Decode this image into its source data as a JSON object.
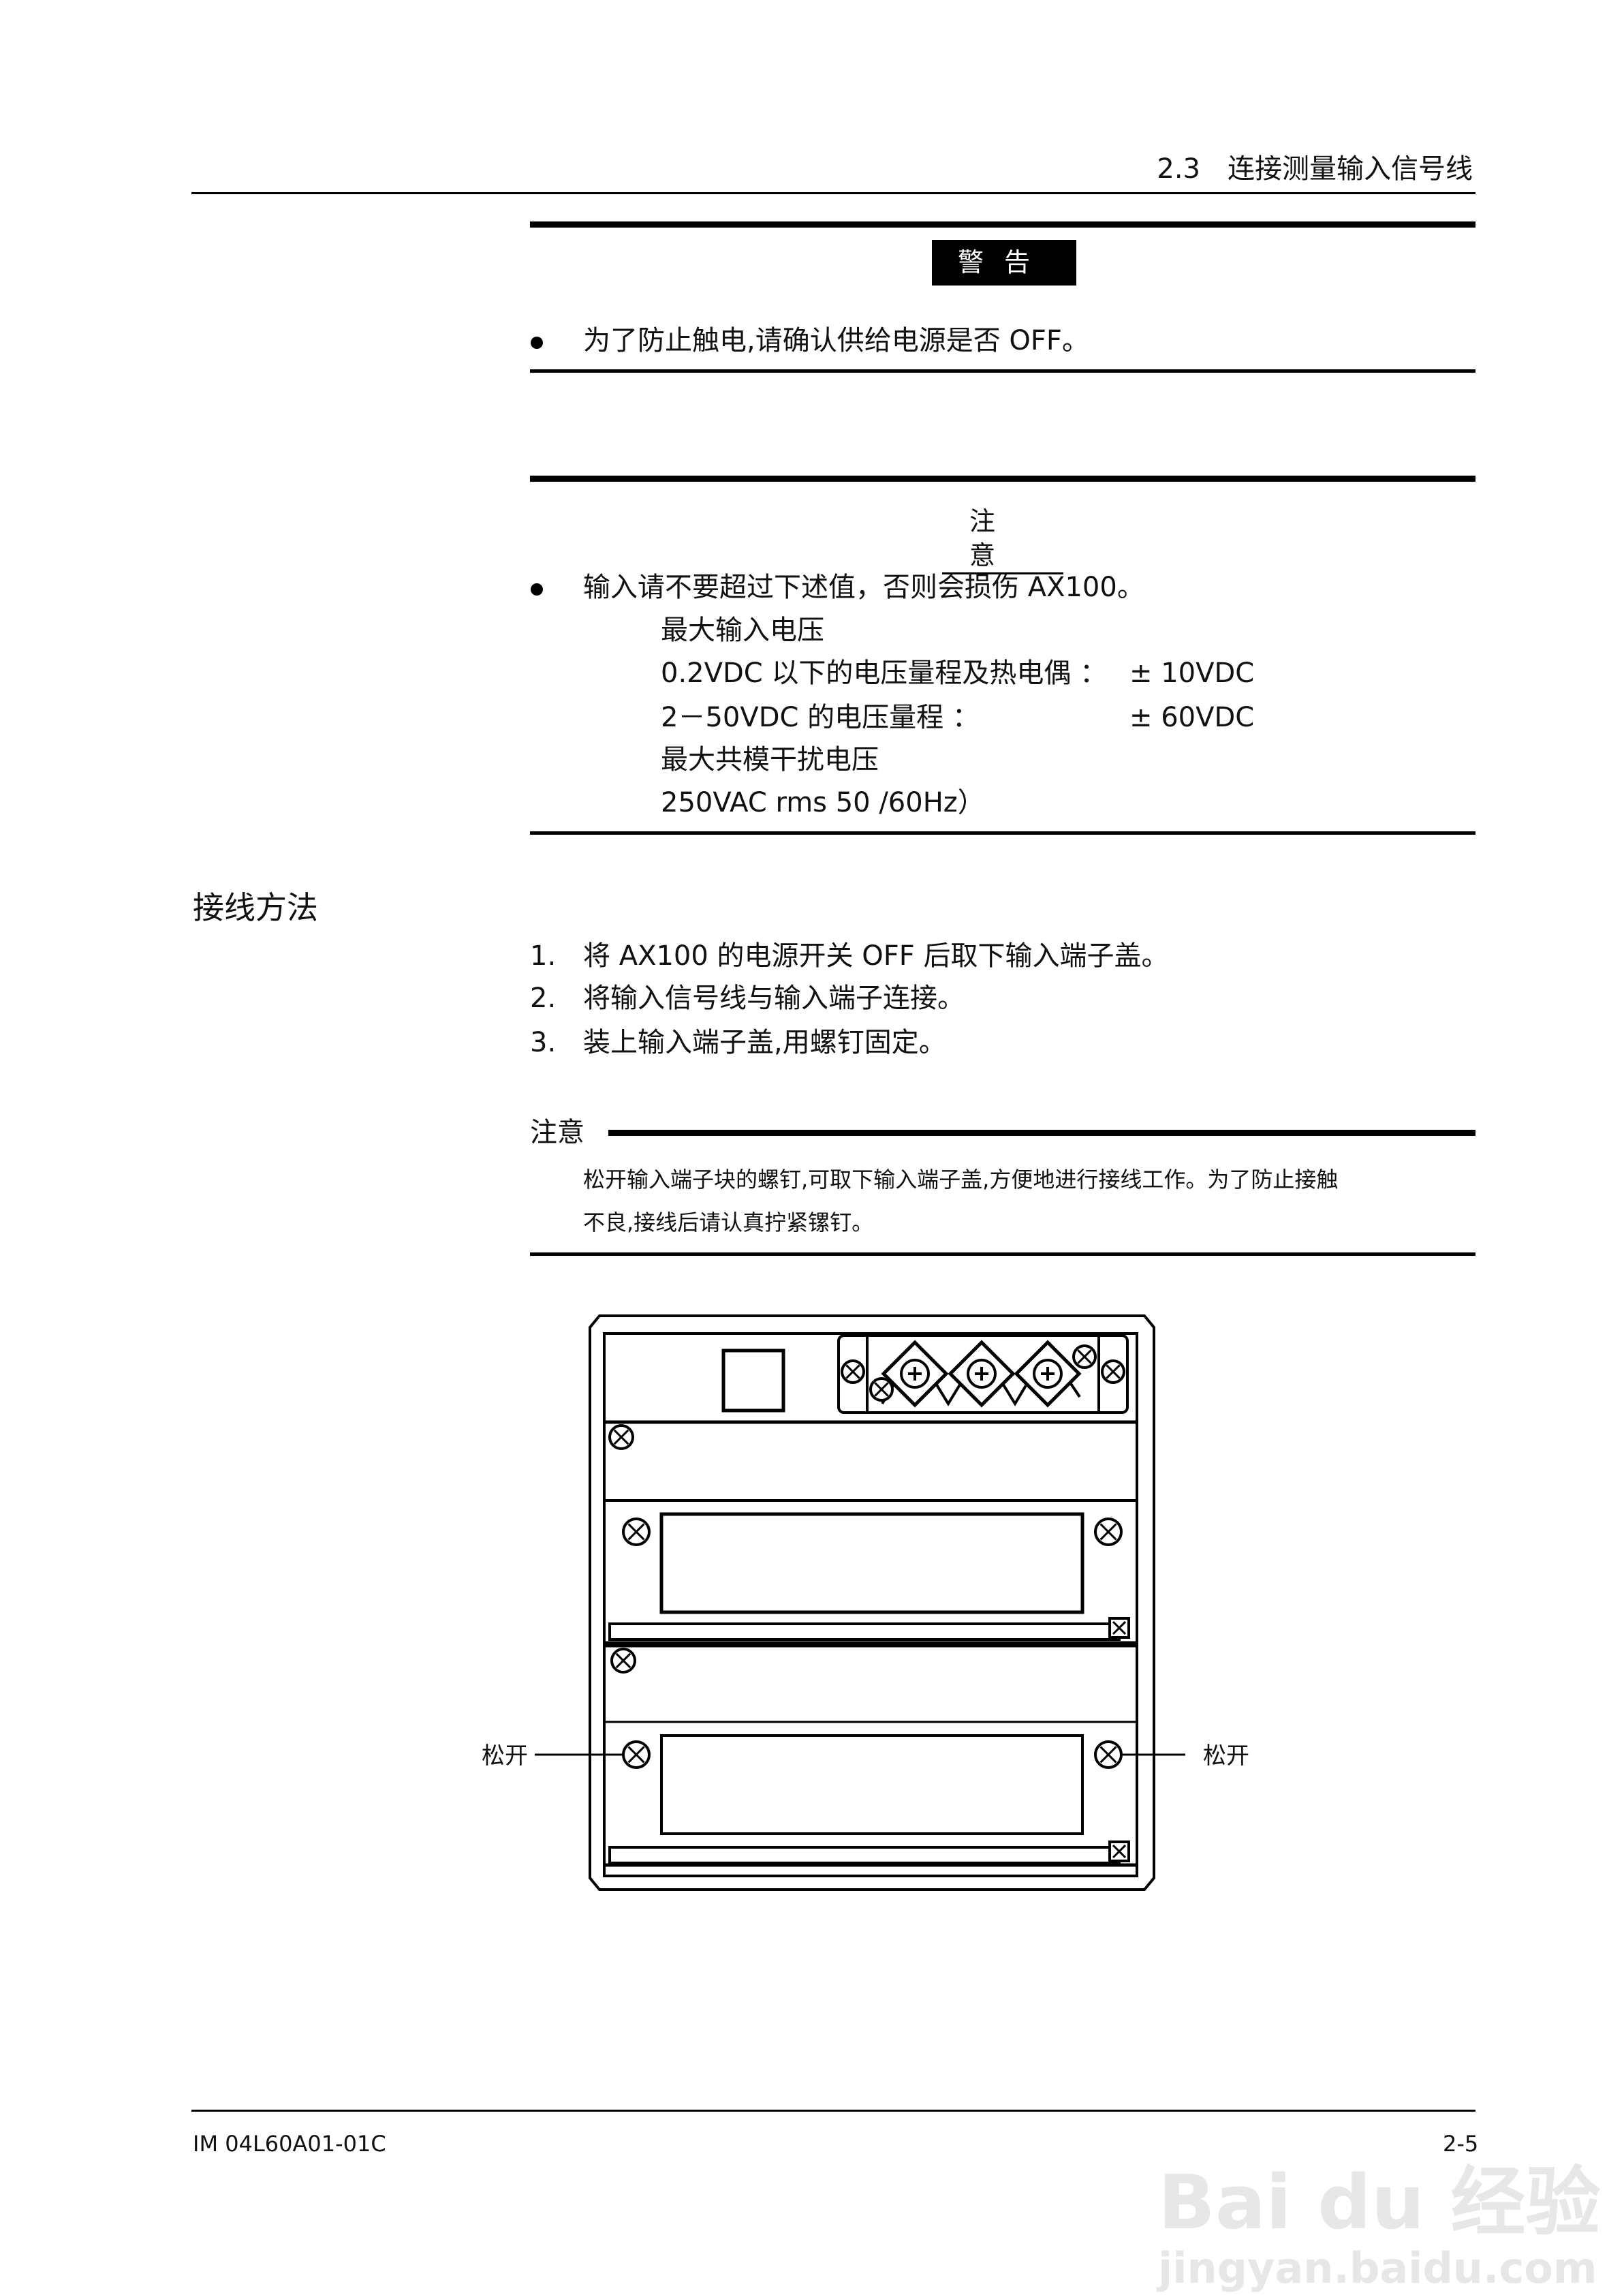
{
  "header": {
    "section": "2.3　连接测量输入信号线"
  },
  "warning": {
    "label": "警告",
    "items": [
      "为了防止触电,请确认供给电源是否 OFF。"
    ]
  },
  "caution": {
    "label": "注意",
    "intro": "输入请不要超过下述值，否则会损伤 AX100。",
    "lines": [
      {
        "text": "最大输入电压",
        "value": ""
      },
      {
        "text": "0.2VDC 以下的电压量程及热电偶 ：",
        "value": "±  10VDC"
      },
      {
        "text": "2－50VDC 的电压量程 ：",
        "value": "± 60VDC"
      },
      {
        "text": "最大共模干扰电压",
        "value": ""
      },
      {
        "text": "250VAC rms 50 /60Hz）",
        "value": ""
      }
    ]
  },
  "wiring": {
    "heading": "接线方法",
    "steps": [
      {
        "num": "1.",
        "text": "将 AX100 的电源开关 OFF 后取下输入端子盖。"
      },
      {
        "num": "2.",
        "text": "将输入信号线与输入端子连接。"
      },
      {
        "num": "3.",
        "text": "装上输入端子盖,用螺钉固定。"
      }
    ],
    "note": {
      "label": "注意",
      "lines": [
        "松开输入端子块的螺钉,可取下输入端子盖,方便地进行接线工作。为了防止接触",
        "不良,接线后请认真拧紧镙钉。"
      ]
    }
  },
  "figure": {
    "left_label": "松开",
    "right_label": "松开"
  },
  "footer": {
    "doc_id": "IM 04L60A01-01C",
    "page": "2-5"
  },
  "watermark": {
    "logo": "Bai du 经验",
    "url": "jingyan.baidu.com"
  }
}
